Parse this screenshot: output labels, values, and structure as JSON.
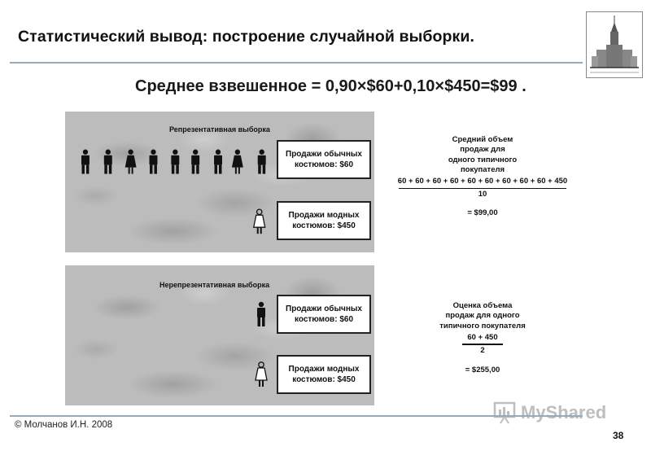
{
  "title": "Статистический вывод: построение случайной выборки.",
  "formula": "Среднее взвешенное = 0,90×$60+0,10×$450=$99 .",
  "panels": {
    "representative": {
      "label": "Репрезентативная выборка",
      "box_regular": "Продажи обычных\nкостюмов: $60",
      "box_fashion": "Продажи модных\nкостюмов: $450",
      "calc_title": "Средний объем\nпродаж для\nодного типичного\nпокупателя",
      "calc_numerator": "60 + 60 + 60 + 60 + 60 + 60 + 60 + 60 + 60 + 450",
      "calc_denominator": "10",
      "calc_result": "= $99,00"
    },
    "nonrepresentative": {
      "label": "Нерепрезентативная выборка",
      "box_regular": "Продажи обычных\nкостюмов: $60",
      "box_fashion": "Продажи модных\nкостюмов: $450",
      "calc_title": "Оценка объема\nпродаж для одного\nтипичного покупателя",
      "calc_numerator": "60 + 450",
      "calc_denominator": "2",
      "calc_result": "= $255,00"
    }
  },
  "footer": {
    "author": "© Молчанов И.Н. 2008",
    "page": "38",
    "watermark": "MyShared"
  },
  "icons": {
    "logo": "university-building-icon",
    "person": "person-icon"
  },
  "colors": {
    "rule": "#9aa8bd",
    "panel": "#bcbcbc"
  }
}
